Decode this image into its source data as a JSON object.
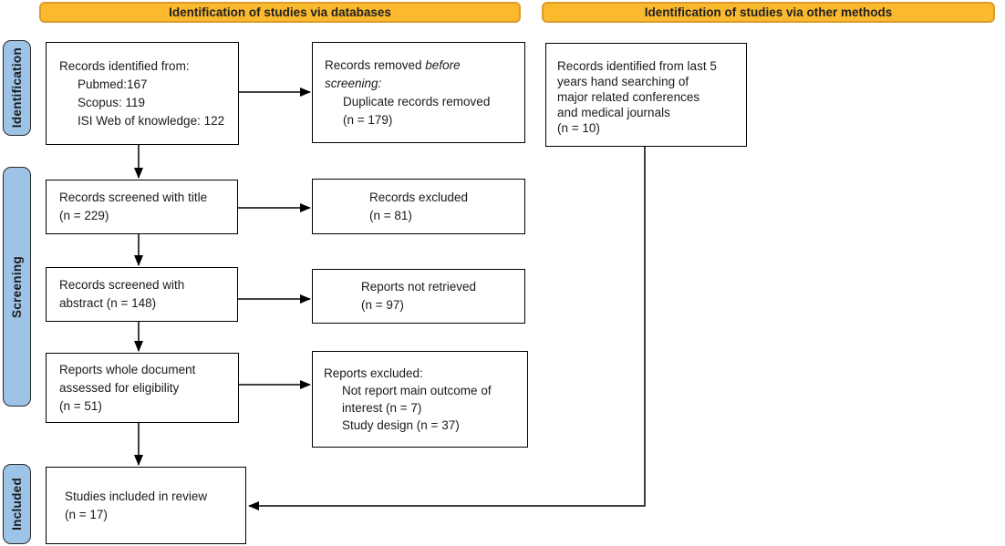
{
  "banners": {
    "databases": "Identification of studies via databases",
    "other_methods": "Identification of studies via other methods"
  },
  "sidebar": {
    "identification": "Identification",
    "screening": "Screening",
    "included": "Included"
  },
  "boxes": {
    "records_identified": {
      "line1": "Records identified from:",
      "items": [
        "Pubmed:167",
        "Scopus: 119",
        "ISI Web of knowledge: 122"
      ]
    },
    "records_removed": {
      "text_normal": "Records removed ",
      "text_italic_1": "before",
      "text_italic_2": "screening:",
      "items": [
        "Duplicate records removed",
        "(n = 179)"
      ]
    },
    "records_other": {
      "lines": [
        "Records identified from last 5",
        "years hand searching of",
        "major related conferences",
        "and medical journals",
        "(n = 10)"
      ]
    },
    "screened_title": {
      "lines": [
        "Records screened with title",
        "(n = 229)"
      ]
    },
    "records_excluded": {
      "lines": [
        "Records excluded",
        "(n = 81)"
      ]
    },
    "screened_abstract": {
      "lines": [
        "Records screened with",
        "abstract (n = 148)"
      ]
    },
    "not_retrieved": {
      "lines": [
        "Reports not retrieved",
        "(n = 97)"
      ]
    },
    "assessed": {
      "lines": [
        "Reports whole document",
        "assessed for eligibility",
        "(n = 51)"
      ]
    },
    "reports_excluded": {
      "line1": "Reports excluded:",
      "items": [
        "Not report main outcome of",
        "interest (n = 7)",
        "Study design (n = 37)"
      ]
    },
    "included_review": {
      "lines": [
        "Studies included in review",
        "(n = 17)"
      ]
    }
  },
  "colors": {
    "banner_fill": "#FBB92D",
    "banner_border": "#DB9B2D",
    "sidebar_fill": "#9DC3E6",
    "line_color": "#000000"
  }
}
